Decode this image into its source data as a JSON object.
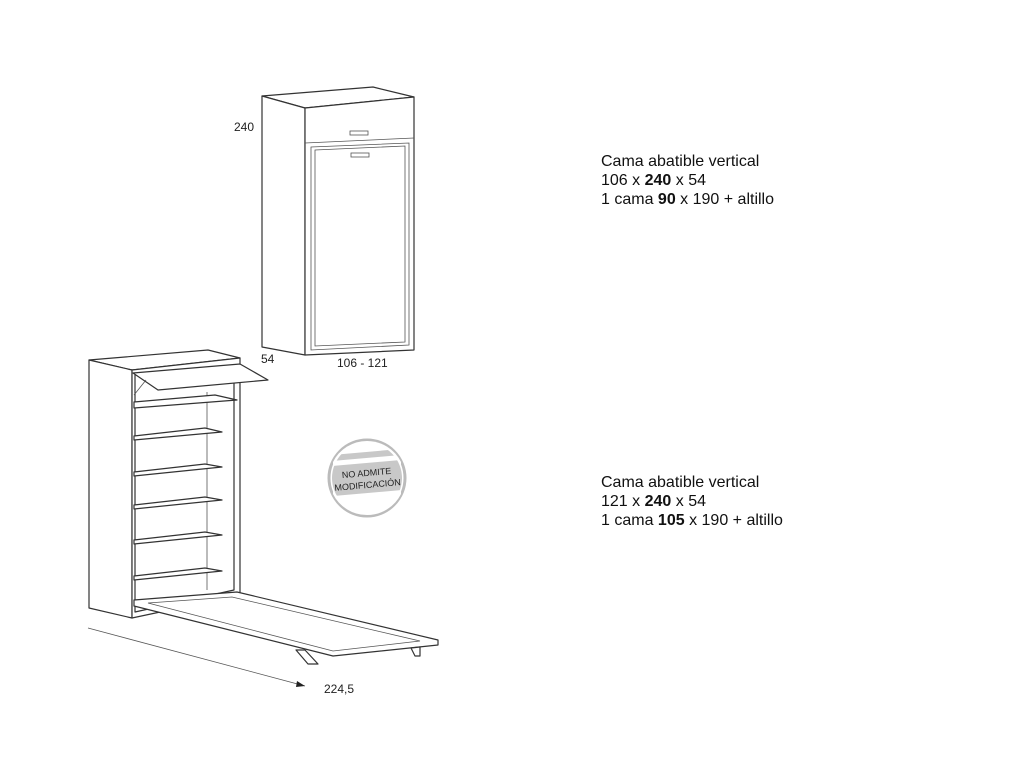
{
  "closed_view": {
    "height_label": "240",
    "depth_label": "54",
    "width_label": "106 - 121"
  },
  "open_view": {
    "length_label": "224,5"
  },
  "badge": {
    "line1": "NO ADMITE",
    "line2": "MODIFICACIÓN"
  },
  "products": [
    {
      "title": "Cama abatible vertical",
      "dims": {
        "w": "106",
        "x1": " x ",
        "h": "240",
        "x2": " x ",
        "d": "54"
      },
      "bed": {
        "pre": "1 cama ",
        "size": "90",
        "post": " x 190 + altillo"
      }
    },
    {
      "title": "Cama abatible vertical",
      "dims": {
        "w": "121",
        "x1": " x ",
        "h": "240",
        "x2": " x ",
        "d": "54"
      },
      "bed": {
        "pre": "1 cama ",
        "size": "105",
        "post": " x 190 + altillo"
      }
    }
  ],
  "colors": {
    "line": "#333333",
    "badge_band": "#c8c8c8"
  }
}
